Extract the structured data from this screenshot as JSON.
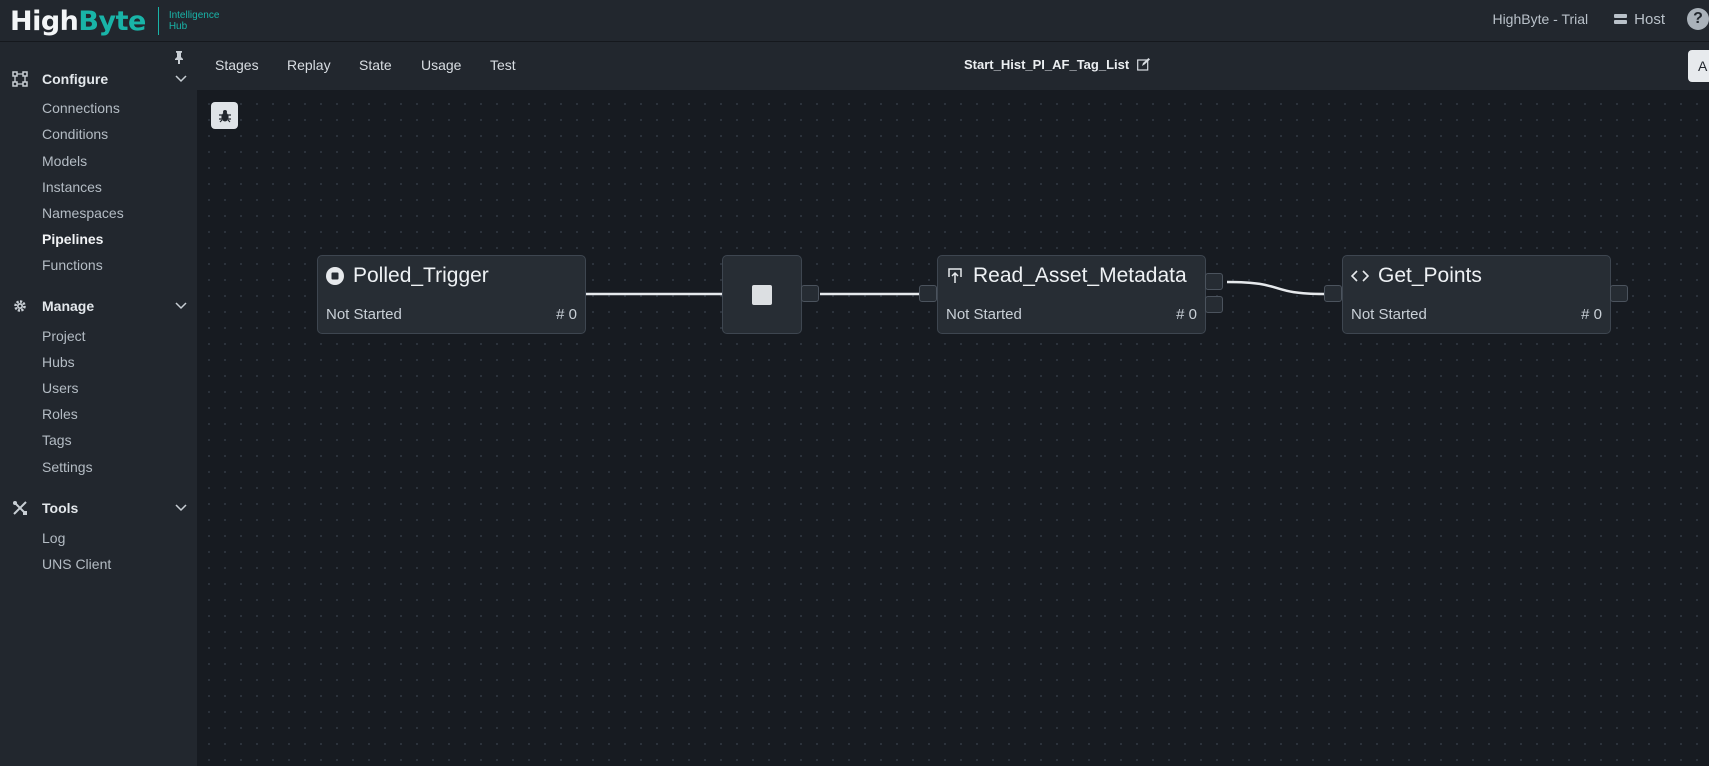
{
  "app": {
    "logo_high": "High",
    "logo_byte": "Byte",
    "logo_sub_line1": "Intelligence",
    "logo_sub_line2": "Hub",
    "license": "HighByte - Trial",
    "host_label": "Host",
    "help": "?"
  },
  "sidebar": {
    "sections": [
      {
        "label": "Configure",
        "icon": "configure-icon",
        "items": [
          "Connections",
          "Conditions",
          "Models",
          "Instances",
          "Namespaces",
          "Pipelines",
          "Functions"
        ]
      },
      {
        "label": "Manage",
        "icon": "gear-icon",
        "items": [
          "Project",
          "Hubs",
          "Users",
          "Roles",
          "Tags",
          "Settings"
        ]
      },
      {
        "label": "Tools",
        "icon": "tools-icon",
        "items": [
          "Log",
          "UNS Client"
        ]
      }
    ],
    "active_item": "Pipelines"
  },
  "subbar": {
    "tabs": [
      "Stages",
      "Replay",
      "State",
      "Usage",
      "Test"
    ],
    "pipeline_name": "Start_Hist_PI_AF_Tag_List",
    "right_button": "A"
  },
  "nodes": [
    {
      "title": "Polled_Trigger",
      "icon": "trigger-icon",
      "status": "Not Started",
      "count": "# 0"
    },
    {
      "title": "",
      "icon": "stop-icon",
      "status": "",
      "count": ""
    },
    {
      "title": "Read_Asset_Metadata",
      "icon": "read-icon",
      "status": "Not Started",
      "count": "# 0"
    },
    {
      "title": "Get_Points",
      "icon": "code-icon",
      "status": "Not Started",
      "count": "# 0"
    }
  ],
  "colors": {
    "accent": "#19b4a8",
    "canvas_bg": "#171b21",
    "panel_bg": "#22272e",
    "node_bg": "#272d34"
  }
}
